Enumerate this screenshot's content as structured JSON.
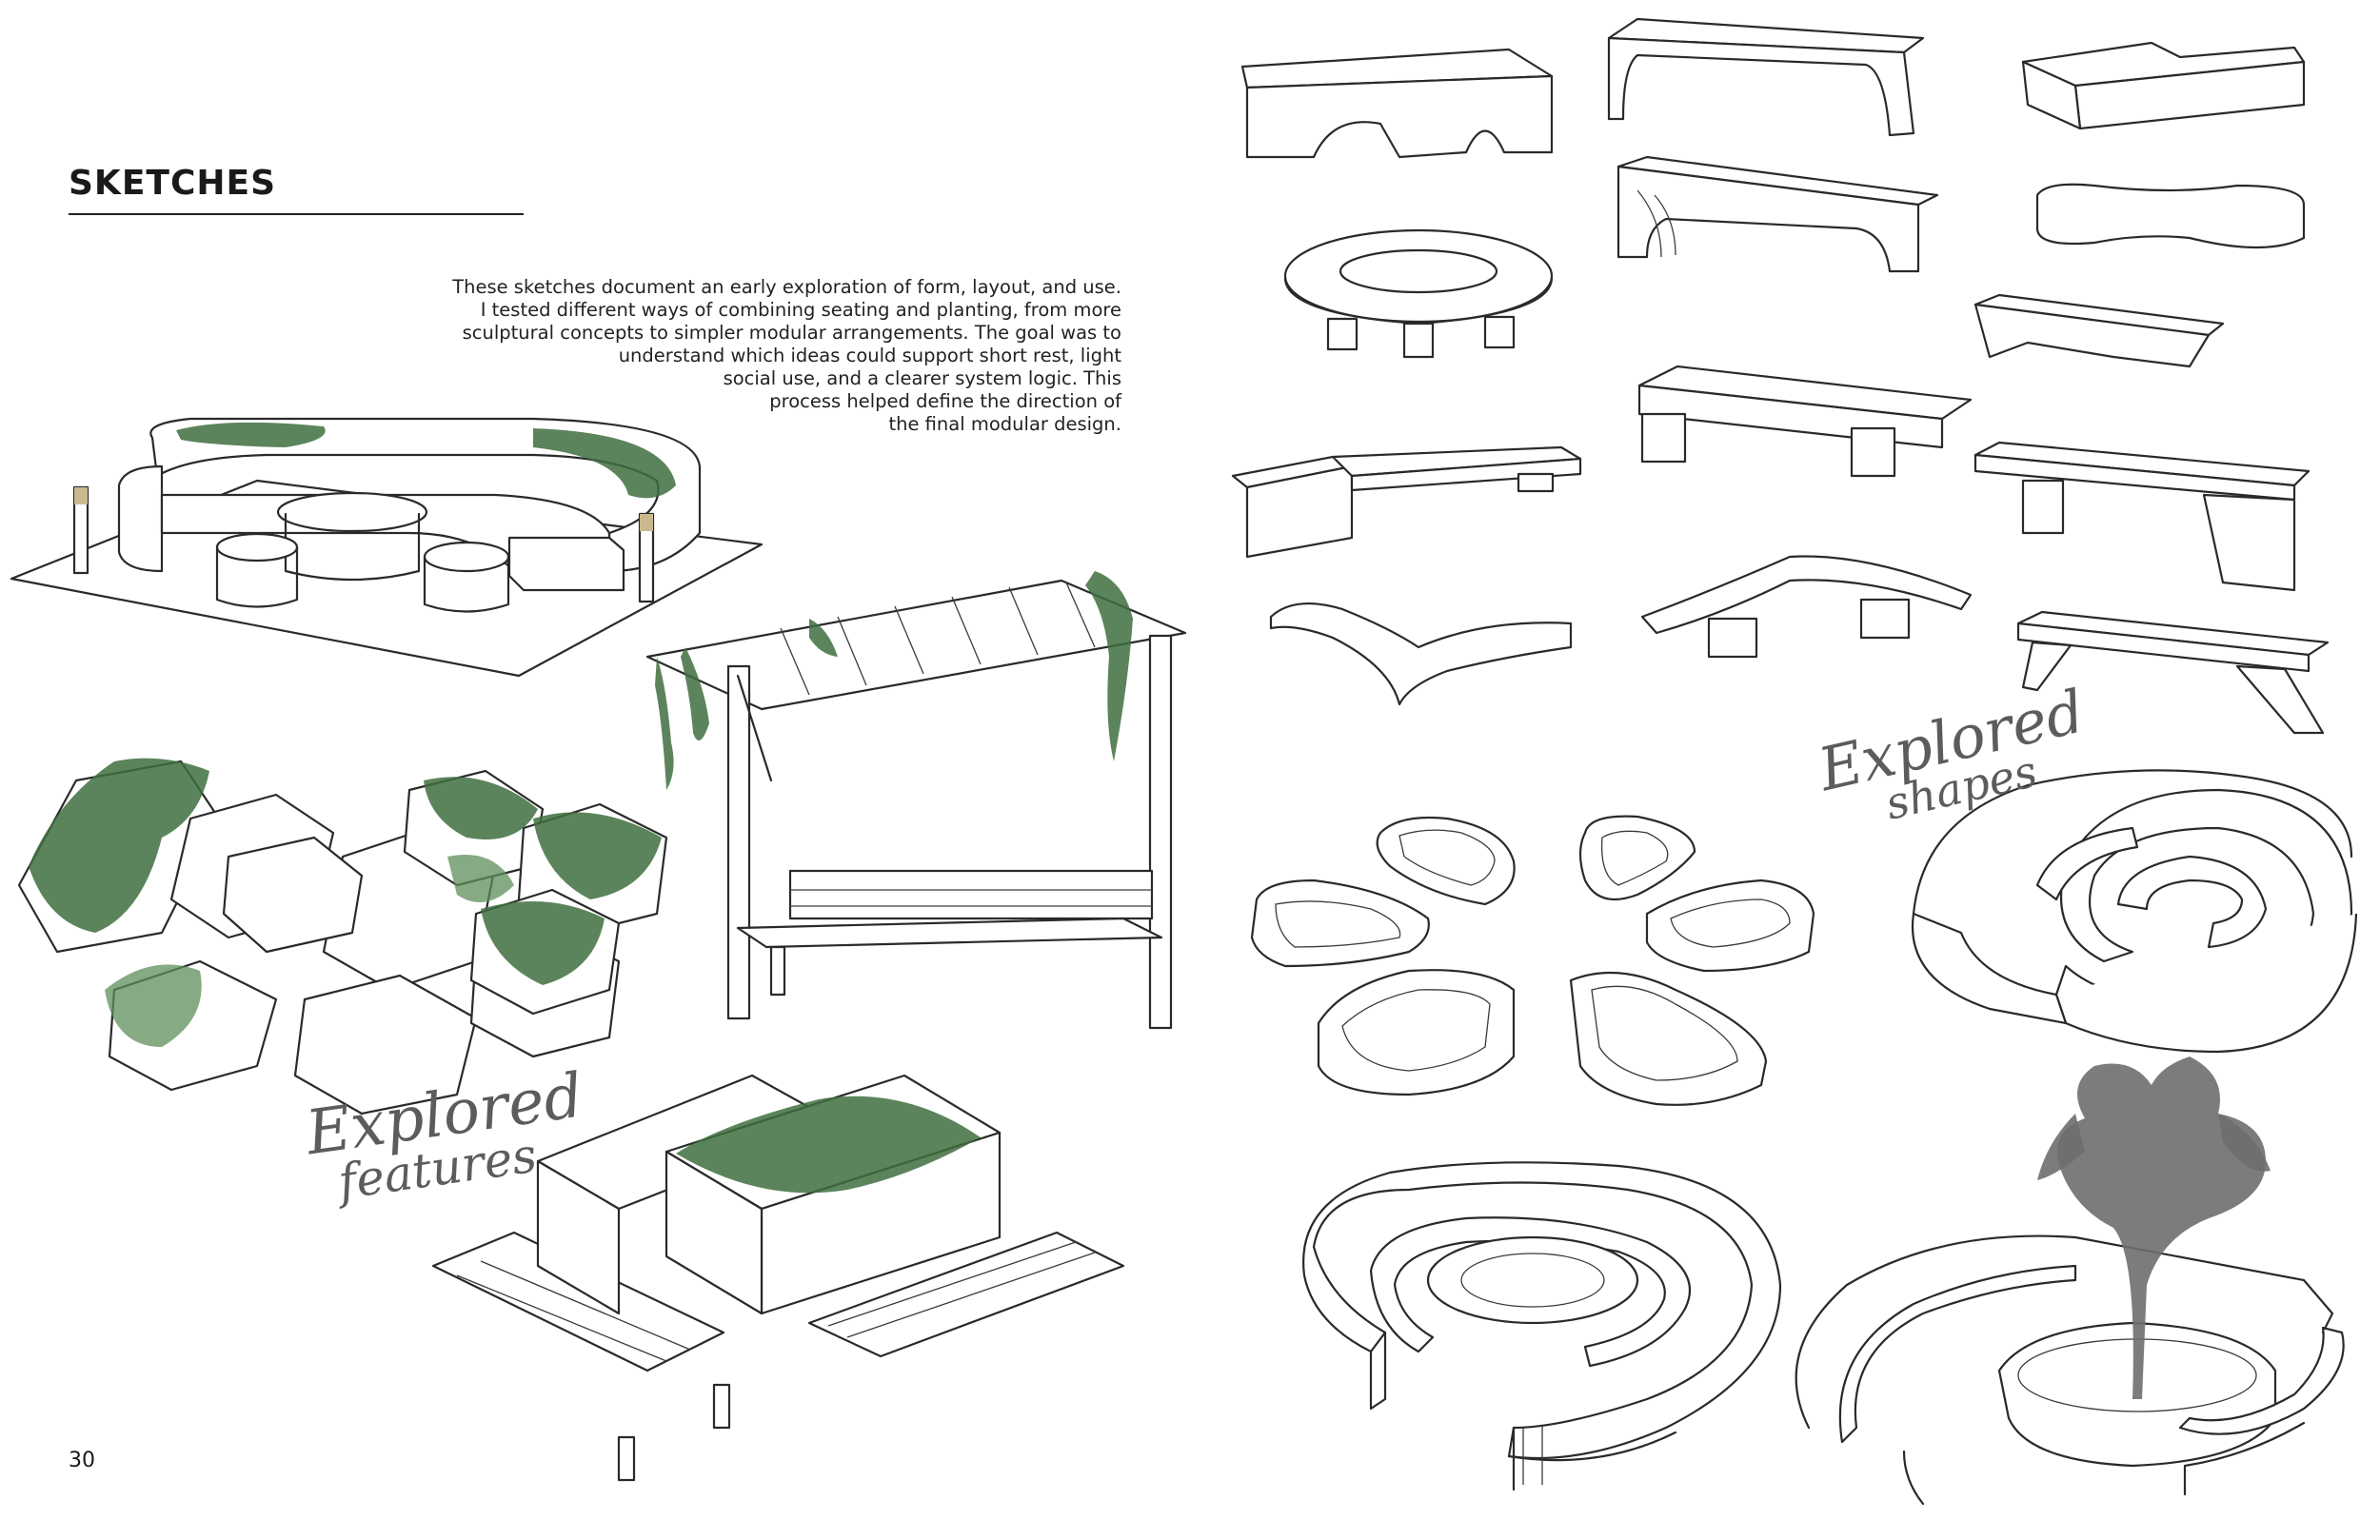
{
  "page": {
    "heading": "SKETCHES",
    "intro_lines": [
      "These sketches document an early exploration of form, layout, and use.",
      "I tested different ways of combining seating and planting, from more",
      "sculptural concepts to simpler modular arrangements. The goal was to",
      "understand which ideas could support short rest, light",
      "social use, and a clearer system logic. This",
      "process helped define the direction of",
      "the final modular design."
    ],
    "label_features": {
      "line1": "Explored",
      "line2": "features"
    },
    "label_shapes": {
      "line1": "Explored",
      "line2": "shapes"
    },
    "page_number": "30"
  },
  "colors": {
    "ink": "#2a2a2a",
    "planting_green": "#3f6e3f",
    "script_gray": "#5c5c5c",
    "tree_gray": "#6e6e6e"
  }
}
